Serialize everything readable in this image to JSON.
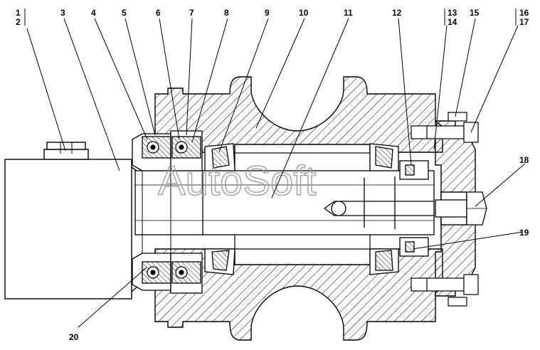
{
  "diagram": {
    "part_numbers": {
      "p1": "1",
      "p2": "2",
      "p3": "3",
      "p4": "4",
      "p5": "5",
      "p6": "6",
      "p7": "7",
      "p8": "8",
      "p9": "9",
      "p10": "10",
      "p11": "11",
      "p12": "12",
      "p13": "13",
      "p14": "14",
      "p15": "15",
      "p16": "16",
      "p17": "17",
      "p18": "18",
      "p19": "19",
      "p20": "20"
    },
    "watermark": "AutoSoft"
  },
  "colors": {
    "line": "#000000",
    "background": "#ffffff",
    "watermark": "#9a9a9a"
  }
}
